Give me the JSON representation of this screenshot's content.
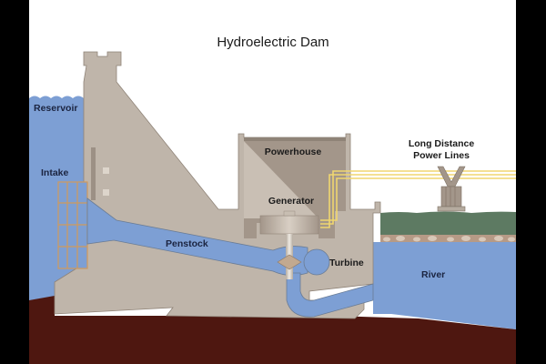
{
  "title": "Hydroelectric Dam",
  "labels": {
    "reservoir": "Reservoir",
    "intake": "Intake",
    "penstock": "Penstock",
    "powerhouse": "Powerhouse",
    "generator": "Generator",
    "turbine": "Turbine",
    "river": "River",
    "power_lines_line1": "Long Distance",
    "power_lines_line2": "Power Lines"
  },
  "colors": {
    "background": "#ffffff",
    "letterbox": "#000000",
    "water": "#7d9fd4",
    "concrete": "#bfb5aa",
    "concrete_dark": "#8f8377",
    "bedrock": "#4e1710",
    "grass": "#5d7a62",
    "power_line": "#f0d670",
    "intake_grid": "#d09a5c",
    "label_blue": "#1b2440",
    "label_dark": "#1a1a1a"
  }
}
